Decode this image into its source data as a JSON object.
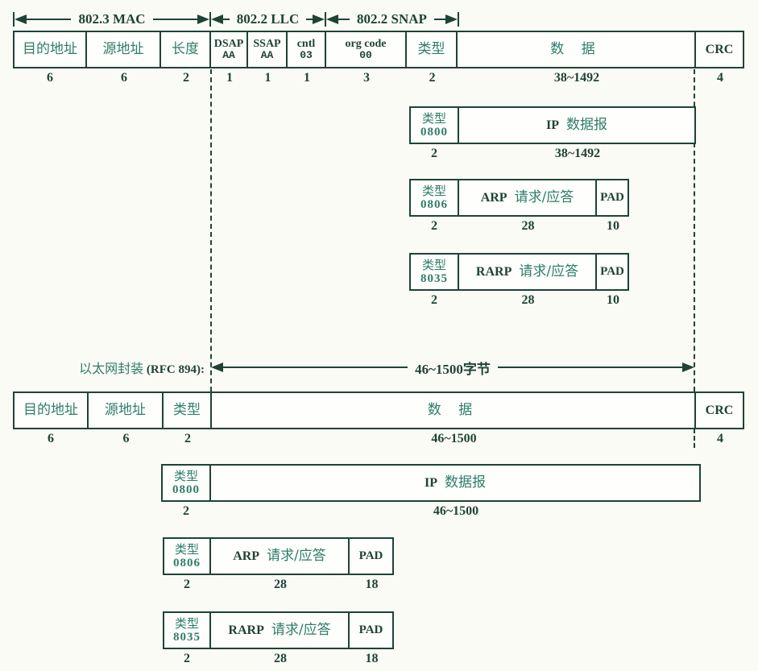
{
  "palette": {
    "ink": "#1e4337",
    "teal": "#2e7d6b",
    "background": "#fbfbf6"
  },
  "measures": {
    "mac": "802.3 MAC",
    "llc": "802.2 LLC",
    "snap": "802.2 SNAP",
    "mid": "46~1500字节"
  },
  "caption": {
    "cjk": "以太网封装",
    "rfc": " (RFC 894):"
  },
  "frames": [
    {
      "id": "ieee-802-3-frame",
      "cells": [
        {
          "cjk": "目的地址",
          "n": "6"
        },
        {
          "cjk": "源地址",
          "n": "6"
        },
        {
          "cjk": "长度",
          "n": "2"
        },
        {
          "eng": "DSAP",
          "val": "AA",
          "n": "1"
        },
        {
          "eng": "SSAP",
          "val": "AA",
          "n": "1"
        },
        {
          "eng": "cntl",
          "val": "03",
          "n": "1"
        },
        {
          "eng": "org code",
          "val": "00",
          "n": "3"
        },
        {
          "cjk": "类型",
          "n": "2"
        },
        {
          "cjk": "数 据",
          "n": "38~1492"
        },
        {
          "eng": "CRC",
          "n": "4"
        }
      ]
    },
    {
      "id": "snap-ip-datagram",
      "cells": [
        {
          "cjk": "类型",
          "val": "0800",
          "n": "2"
        },
        {
          "eng": "IP",
          "cjk": "数据报",
          "n": "38~1492"
        }
      ]
    },
    {
      "id": "snap-arp",
      "cells": [
        {
          "cjk": "类型",
          "val": "0806",
          "n": "2"
        },
        {
          "eng": "ARP",
          "cjk": "请求/应答",
          "n": "28"
        },
        {
          "eng": "PAD",
          "n": "10"
        }
      ]
    },
    {
      "id": "snap-rarp",
      "cells": [
        {
          "cjk": "类型",
          "val": "8035",
          "n": "2"
        },
        {
          "eng": "RARP",
          "cjk": "请求/应答",
          "n": "28"
        },
        {
          "eng": "PAD",
          "n": "10"
        }
      ]
    },
    {
      "id": "ethernet-frame",
      "cells": [
        {
          "cjk": "目的地址",
          "n": "6"
        },
        {
          "cjk": "源地址",
          "n": "6"
        },
        {
          "cjk": "类型",
          "n": "2"
        },
        {
          "cjk": "数 据",
          "n": "46~1500"
        },
        {
          "eng": "CRC",
          "n": "4"
        }
      ]
    },
    {
      "id": "ethernet-ip-datagram",
      "cells": [
        {
          "cjk": "类型",
          "val": "0800",
          "n": "2"
        },
        {
          "eng": "IP",
          "cjk": "数据报",
          "n": "46~1500"
        }
      ]
    },
    {
      "id": "ethernet-arp",
      "cells": [
        {
          "cjk": "类型",
          "val": "0806",
          "n": "2"
        },
        {
          "eng": "ARP",
          "cjk": "请求/应答",
          "n": "28"
        },
        {
          "eng": "PAD",
          "n": "18"
        }
      ]
    },
    {
      "id": "ethernet-rarp",
      "cells": [
        {
          "cjk": "类型",
          "val": "8035",
          "n": "2"
        },
        {
          "eng": "RARP",
          "cjk": "请求/应答",
          "n": "28"
        },
        {
          "eng": "PAD",
          "n": "18"
        }
      ]
    }
  ]
}
